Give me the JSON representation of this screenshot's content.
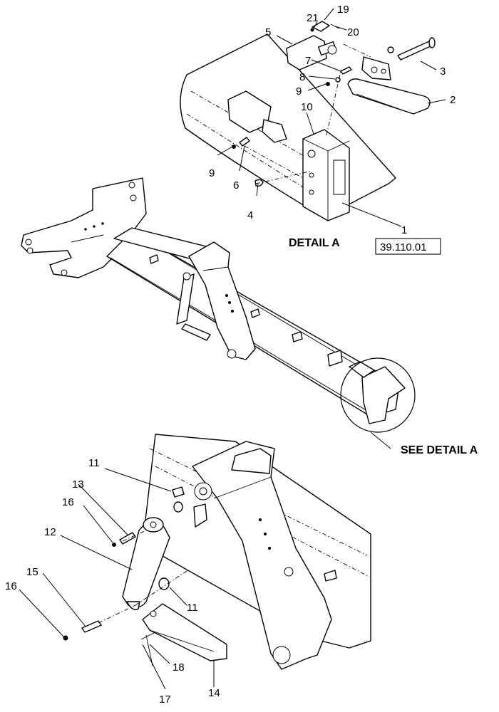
{
  "detail_title": "DETAIL A",
  "see_detail": "SEE DETAIL A",
  "reference_box": "39.110.01",
  "callouts": {
    "c1": "1",
    "c2": "2",
    "c3": "3",
    "c4": "4",
    "c5": "5",
    "c6": "6",
    "c7": "7",
    "c8": "8",
    "c9a": "9",
    "c9b": "9",
    "c10": "10",
    "c11a": "11",
    "c11b": "11",
    "c12": "12",
    "c13": "13",
    "c14": "14",
    "c15": "15",
    "c16a": "16",
    "c16b": "16",
    "c17": "17",
    "c18": "18",
    "c19": "19",
    "c20": "20",
    "c21": "21"
  }
}
